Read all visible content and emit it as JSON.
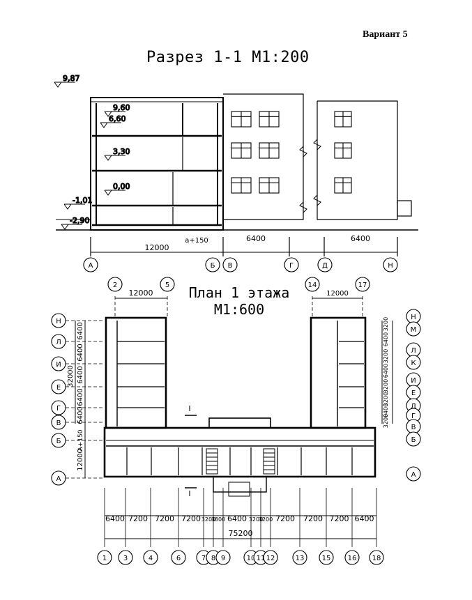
{
  "variant": "Вариант 5",
  "section": {
    "title": "Разрез 1-1 М1:200",
    "levels": [
      "9,87",
      "9,60",
      "6,60",
      "3,30",
      "0,00",
      "-1,01",
      "-2,90"
    ],
    "dims": [
      "12000",
      "6400",
      "6400"
    ],
    "extra_dim": "a+150",
    "axes": [
      "А",
      "Б",
      "В",
      "Г",
      "Д",
      "Н"
    ]
  },
  "plan": {
    "title_line1": "План 1 этажа",
    "title_line2": "М1:600",
    "top_axes": [
      "2",
      "5",
      "14",
      "17"
    ],
    "top_dims": [
      "12000",
      "12000"
    ],
    "left_axes": [
      "Н",
      "Л",
      "И",
      "Е",
      "Г",
      "В",
      "Б",
      "А"
    ],
    "left_dims": [
      "6400",
      "6400",
      "6400",
      "6400",
      "6400"
    ],
    "left_total": "32000",
    "left_extra": "А+150",
    "left_bottom_dim": "12000",
    "right_axes": [
      "Н",
      "М",
      "Л",
      "К",
      "И",
      "Е",
      "Д",
      "Г",
      "В",
      "Б",
      "А"
    ],
    "right_dims": [
      "3200",
      "6400",
      "3200",
      "6400",
      "3200",
      "3200",
      "6400",
      "3200"
    ],
    "section_mark": "I",
    "bottom_dims": [
      "6400",
      "7200",
      "7200",
      "7200",
      "3200",
      "3800",
      "6400",
      "3200",
      "3200",
      "7200",
      "7200",
      "7200",
      "6400"
    ],
    "bottom_total": "75200",
    "bottom_axes": [
      "1",
      "3",
      "4",
      "6",
      "7",
      "8",
      "9",
      "10",
      "11",
      "12",
      "13",
      "15",
      "16",
      "18"
    ]
  }
}
